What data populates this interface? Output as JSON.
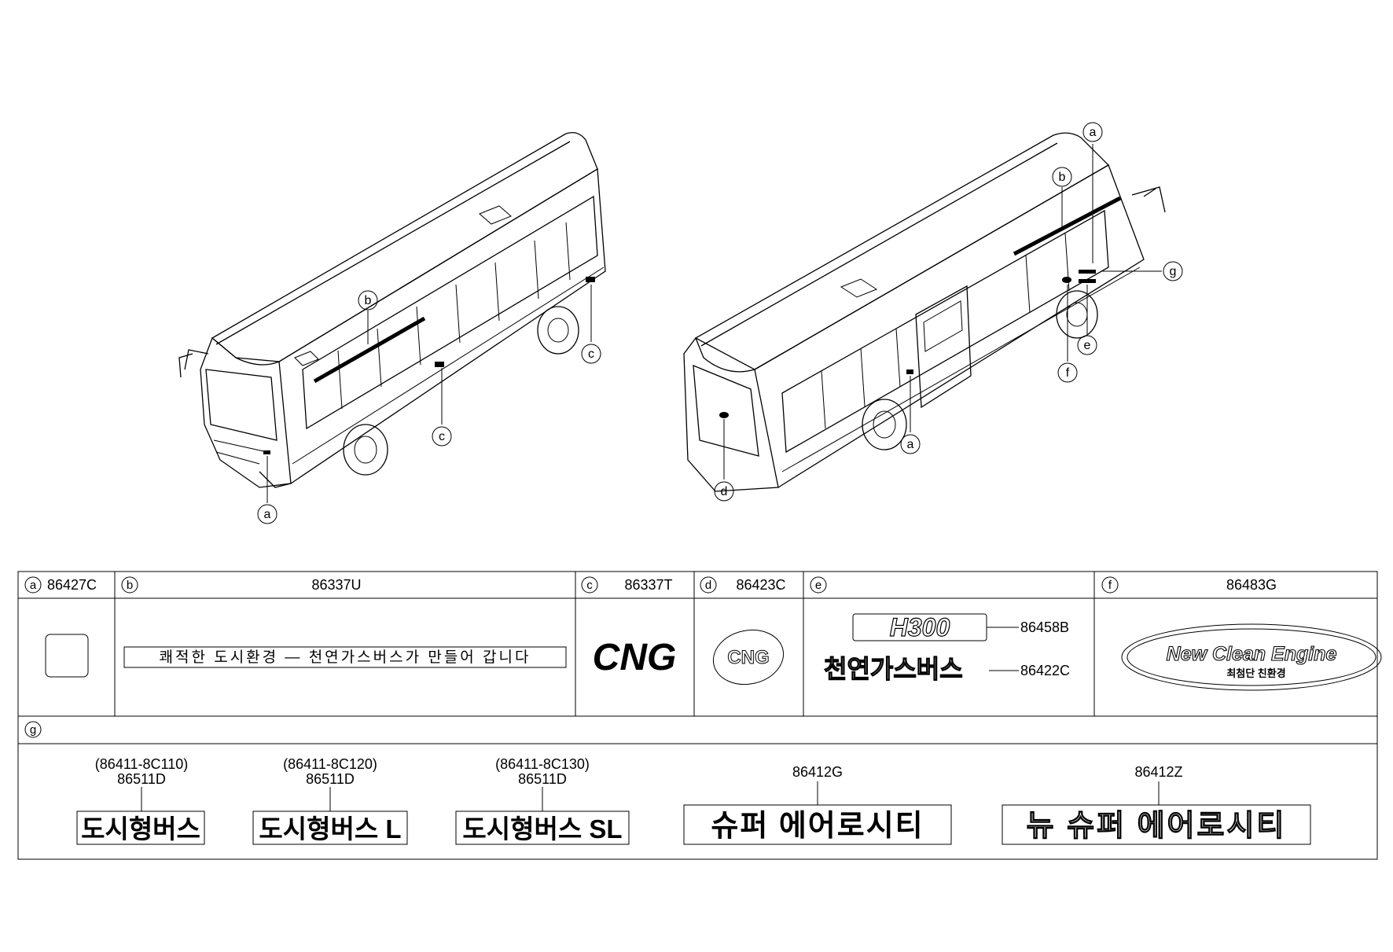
{
  "callouts": {
    "front_bus": [
      "b",
      "c",
      "c",
      "a"
    ],
    "rear_bus": [
      "a",
      "b",
      "g",
      "e",
      "f",
      "a",
      "d"
    ]
  },
  "legend": {
    "a": {
      "letter": "a",
      "part": "86427C"
    },
    "b": {
      "letter": "b",
      "part": "86337U",
      "text": "쾌적한 도시환경 — 천연가스버스가 만들어 갑니다"
    },
    "c": {
      "letter": "c",
      "part": "86337T",
      "text": "CNG"
    },
    "d": {
      "letter": "d",
      "part": "86423C",
      "text": "CNG"
    },
    "e": {
      "letter": "e",
      "items": [
        {
          "part": "86458B",
          "text": "H300"
        },
        {
          "part": "86422C",
          "text": "천연가스버스"
        }
      ]
    },
    "f": {
      "letter": "f",
      "part": "86483G",
      "text": "New Clean Engine",
      "subtext": "최첨단 친환경"
    },
    "g": {
      "letter": "g",
      "items": [
        {
          "ref": "(86411-8C110)",
          "part": "86511D",
          "text": "도시형버스"
        },
        {
          "ref": "(86411-8C120)",
          "part": "86511D",
          "text": "도시형버스 L"
        },
        {
          "ref": "(86411-8C130)",
          "part": "86511D",
          "text": "도시형버스 SL"
        },
        {
          "part": "86412G",
          "text": "슈퍼 에어로시티"
        },
        {
          "part": "86412Z",
          "text": "뉴 슈퍼 에어로시티"
        }
      ]
    }
  }
}
